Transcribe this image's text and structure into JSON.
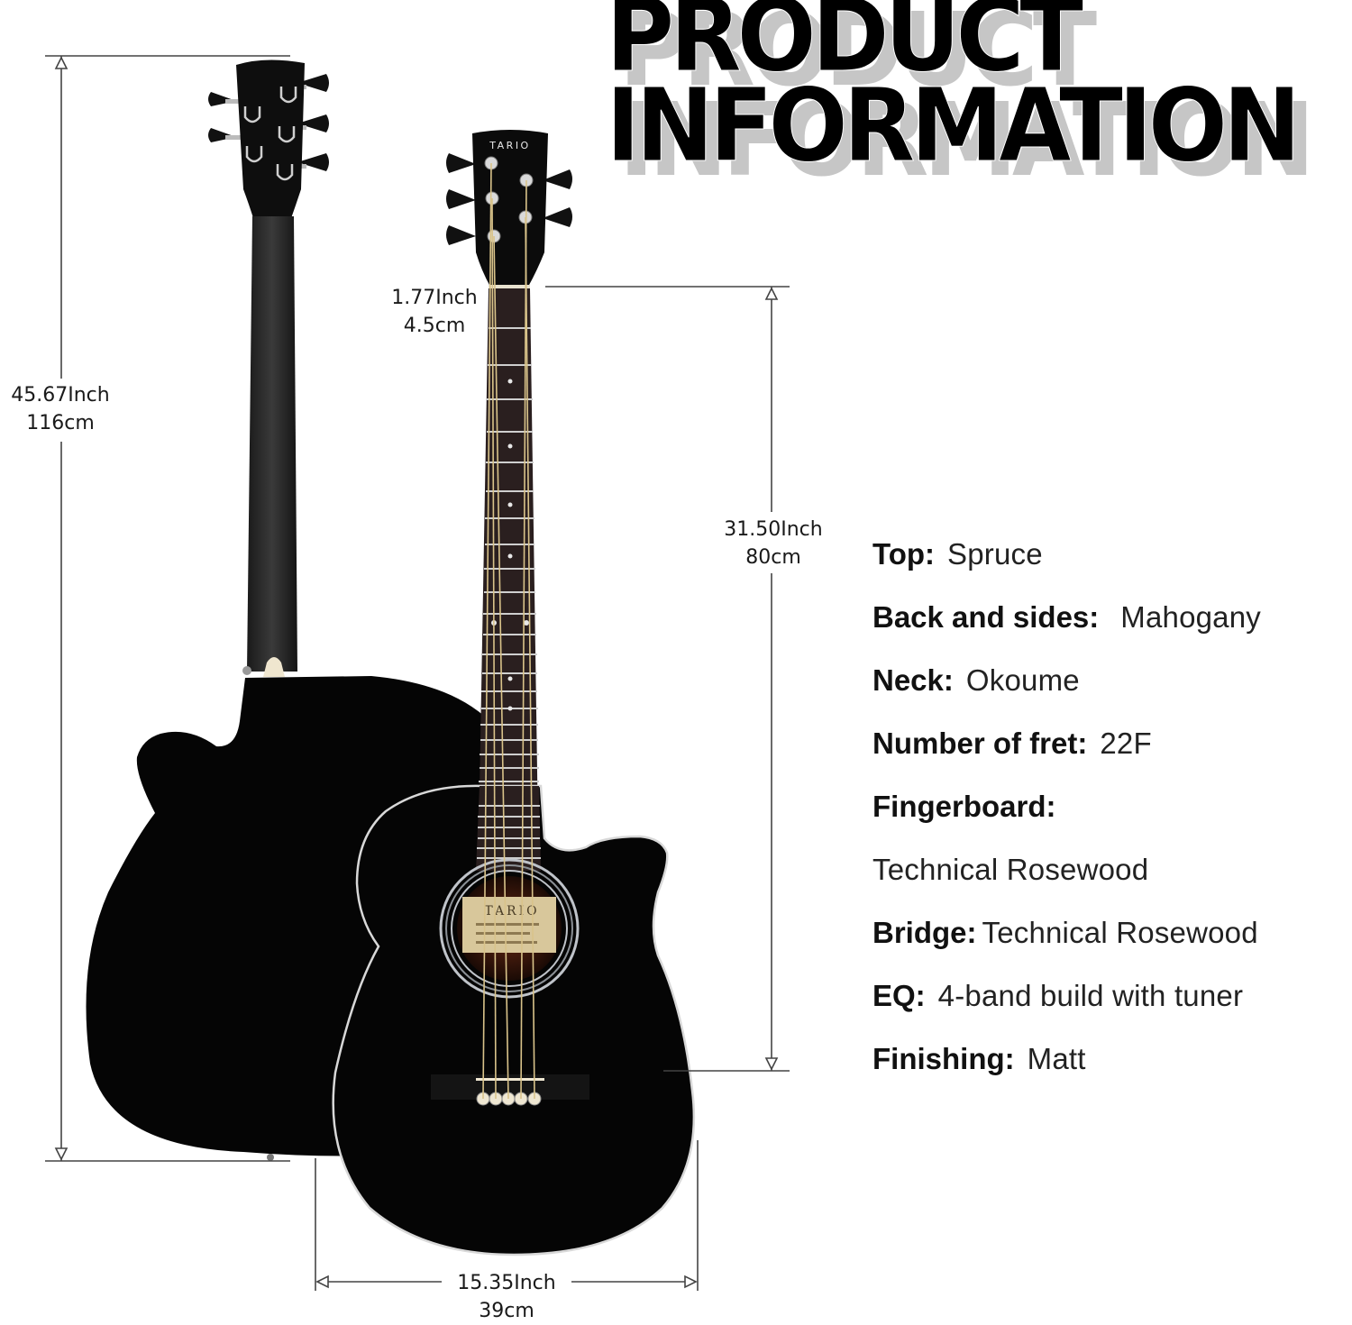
{
  "header": {
    "title_line1": "PRODUCT",
    "title_line2": "INFORMATION"
  },
  "brand": {
    "headstock_logo": "TARIO",
    "soundhole_label": "TARIO"
  },
  "dimensions": {
    "total_length": {
      "inch": "45.67Inch",
      "cm": "116cm"
    },
    "nut_width": {
      "inch": "1.77Inch",
      "cm": "4.5cm"
    },
    "scale_length": {
      "inch": "31.50Inch",
      "cm": "80cm"
    },
    "body_width": {
      "inch": "15.35Inch",
      "cm": "39cm"
    }
  },
  "specs": [
    {
      "key": "Top:",
      "value": "Spruce"
    },
    {
      "key": "Back and sides:",
      "value": "Mahogany"
    },
    {
      "key": "Neck:",
      "value": "Okoume"
    },
    {
      "key": "Number of fret:",
      "value": "22F"
    },
    {
      "key": "Fingerboard:",
      "value": ""
    },
    {
      "key": "",
      "value": "Technical Rosewood"
    },
    {
      "key": "Bridge:",
      "value": "Technical Rosewood"
    },
    {
      "key": "EQ:",
      "value": "4-band build with tuner"
    },
    {
      "key": "Finishing:",
      "value": "Matt"
    }
  ],
  "colors": {
    "title": "#000000",
    "title_shadow": "#c6c6c6",
    "guitar_body": "#050505",
    "fretboard": "#2a1f1f",
    "binding": "#d8d8d8",
    "strings": "#d9c38a",
    "dimension_line": "#444444"
  }
}
